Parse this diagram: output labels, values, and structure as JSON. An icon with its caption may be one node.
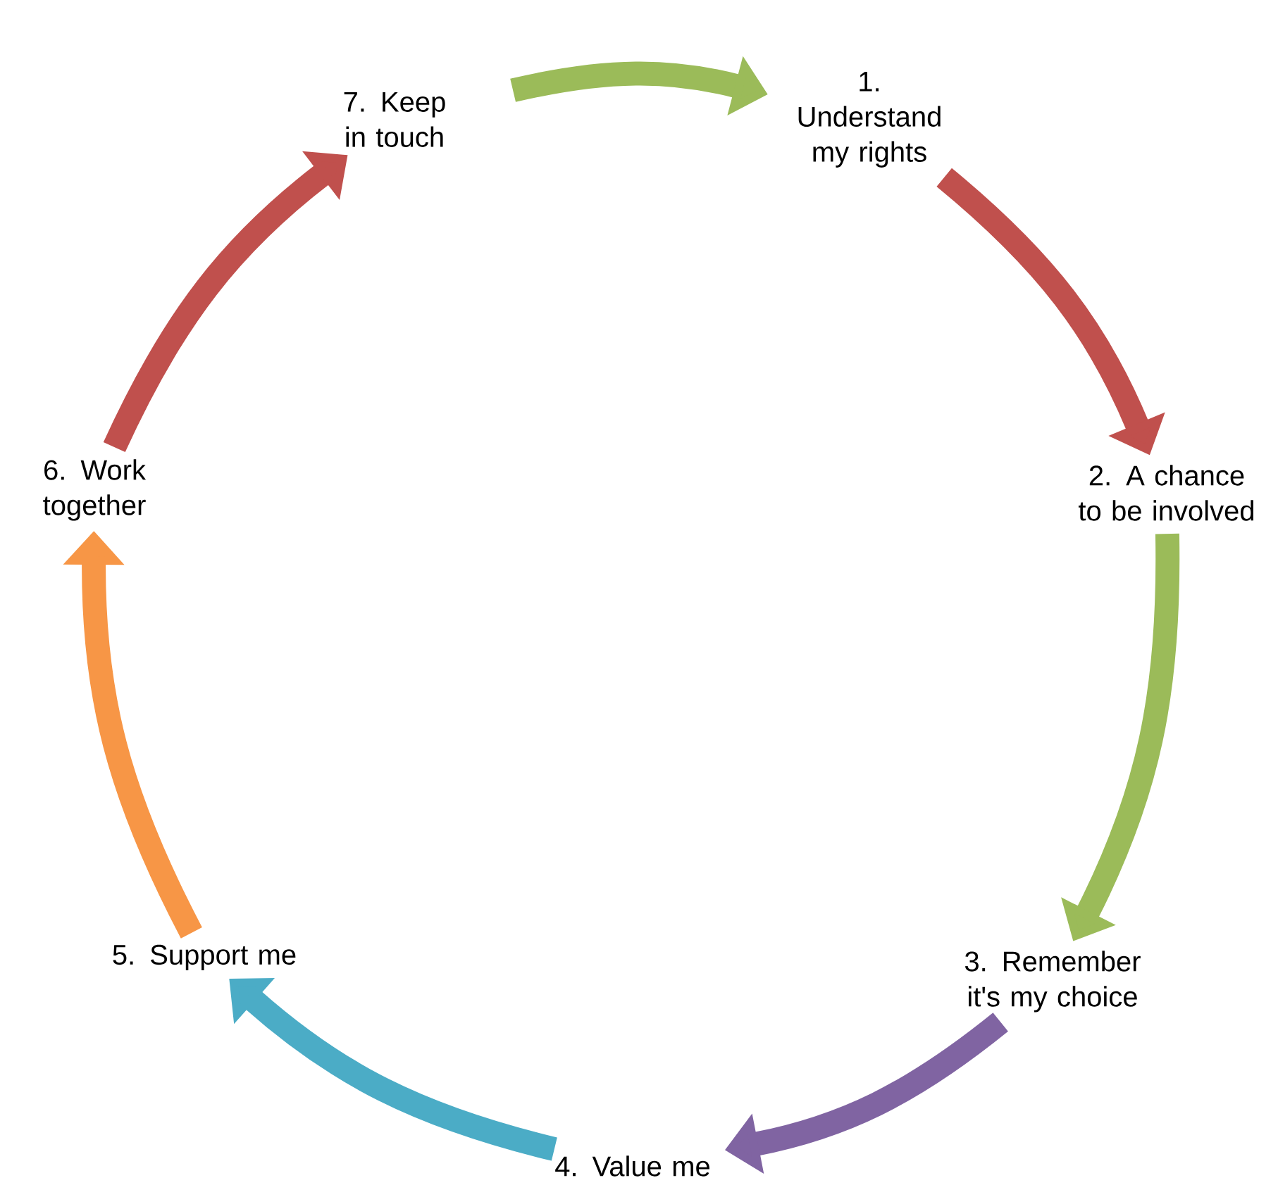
{
  "diagram": {
    "nodes": [
      {
        "text": [
          "1. Understand my rights"
        ]
      },
      {
        "text": [
          "2. A chance to be involved"
        ]
      },
      {
        "text": [
          "3. Remember it's my choice"
        ]
      },
      {
        "text": [
          "4. Value me"
        ]
      },
      {
        "text": [
          "5. Support me"
        ]
      },
      {
        "text": [
          "6. Work together"
        ]
      },
      {
        "text": [
          "7. Keep in touch"
        ]
      }
    ],
    "edges": [
      {
        "from": 6,
        "to": 0,
        "arrow": "to",
        "color": "#9bbb59"
      },
      {
        "from": 0,
        "to": 1,
        "arrow": "to",
        "color": "#c0504d"
      },
      {
        "from": 1,
        "to": 2,
        "arrow": "to",
        "color": "#9bbb59"
      },
      {
        "from": 2,
        "to": 3,
        "arrow": "to",
        "color": "#8064a2"
      },
      {
        "from": 3,
        "to": 4,
        "arrow": "to",
        "color": "#4bacc6"
      },
      {
        "from": 4,
        "to": 5,
        "arrow": "to",
        "color": "#f79646"
      },
      {
        "from": 5,
        "to": 6,
        "arrow": "to",
        "color": "#c0504d"
      }
    ]
  }
}
